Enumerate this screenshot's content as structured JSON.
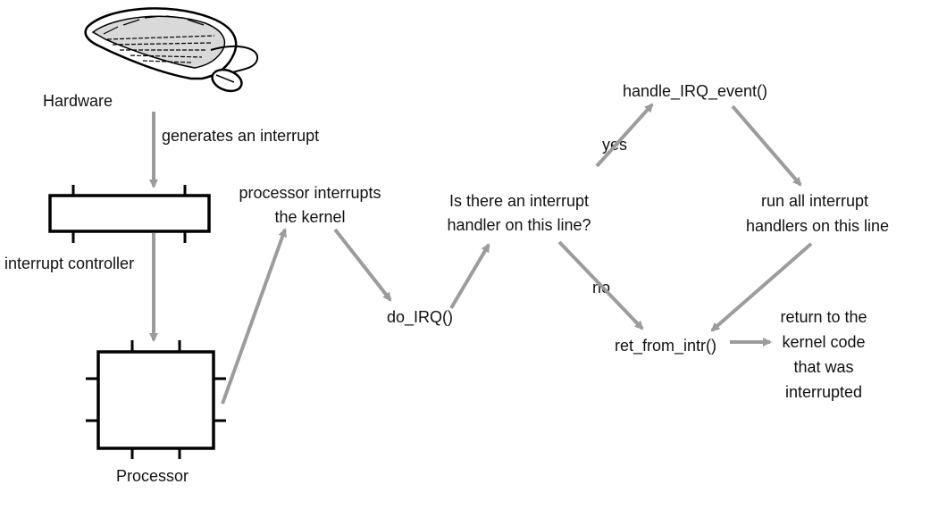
{
  "labels": {
    "hardware": "Hardware",
    "generates": "generates an interrupt",
    "interrupt_controller": "interrupt controller",
    "processor": "Processor",
    "processor_interrupts_line1": "processor interrupts",
    "processor_interrupts_line2": "the kernel",
    "do_irq": "do_IRQ()",
    "question_line1": "Is there an interrupt",
    "question_line2": "handler on this line?",
    "yes": "yes",
    "no": "no",
    "handle_irq_event": "handle_IRQ_event()",
    "run_all_line1": "run all interrupt",
    "run_all_line2": "handlers on this line",
    "ret_from_intr": "ret_from_intr()",
    "return_line1": "return to  the",
    "return_line2": "kernel code",
    "return_line3": "that was",
    "return_line4": "interrupted"
  },
  "icons": {
    "hardware": "keyboard-and-mouse-icon"
  }
}
